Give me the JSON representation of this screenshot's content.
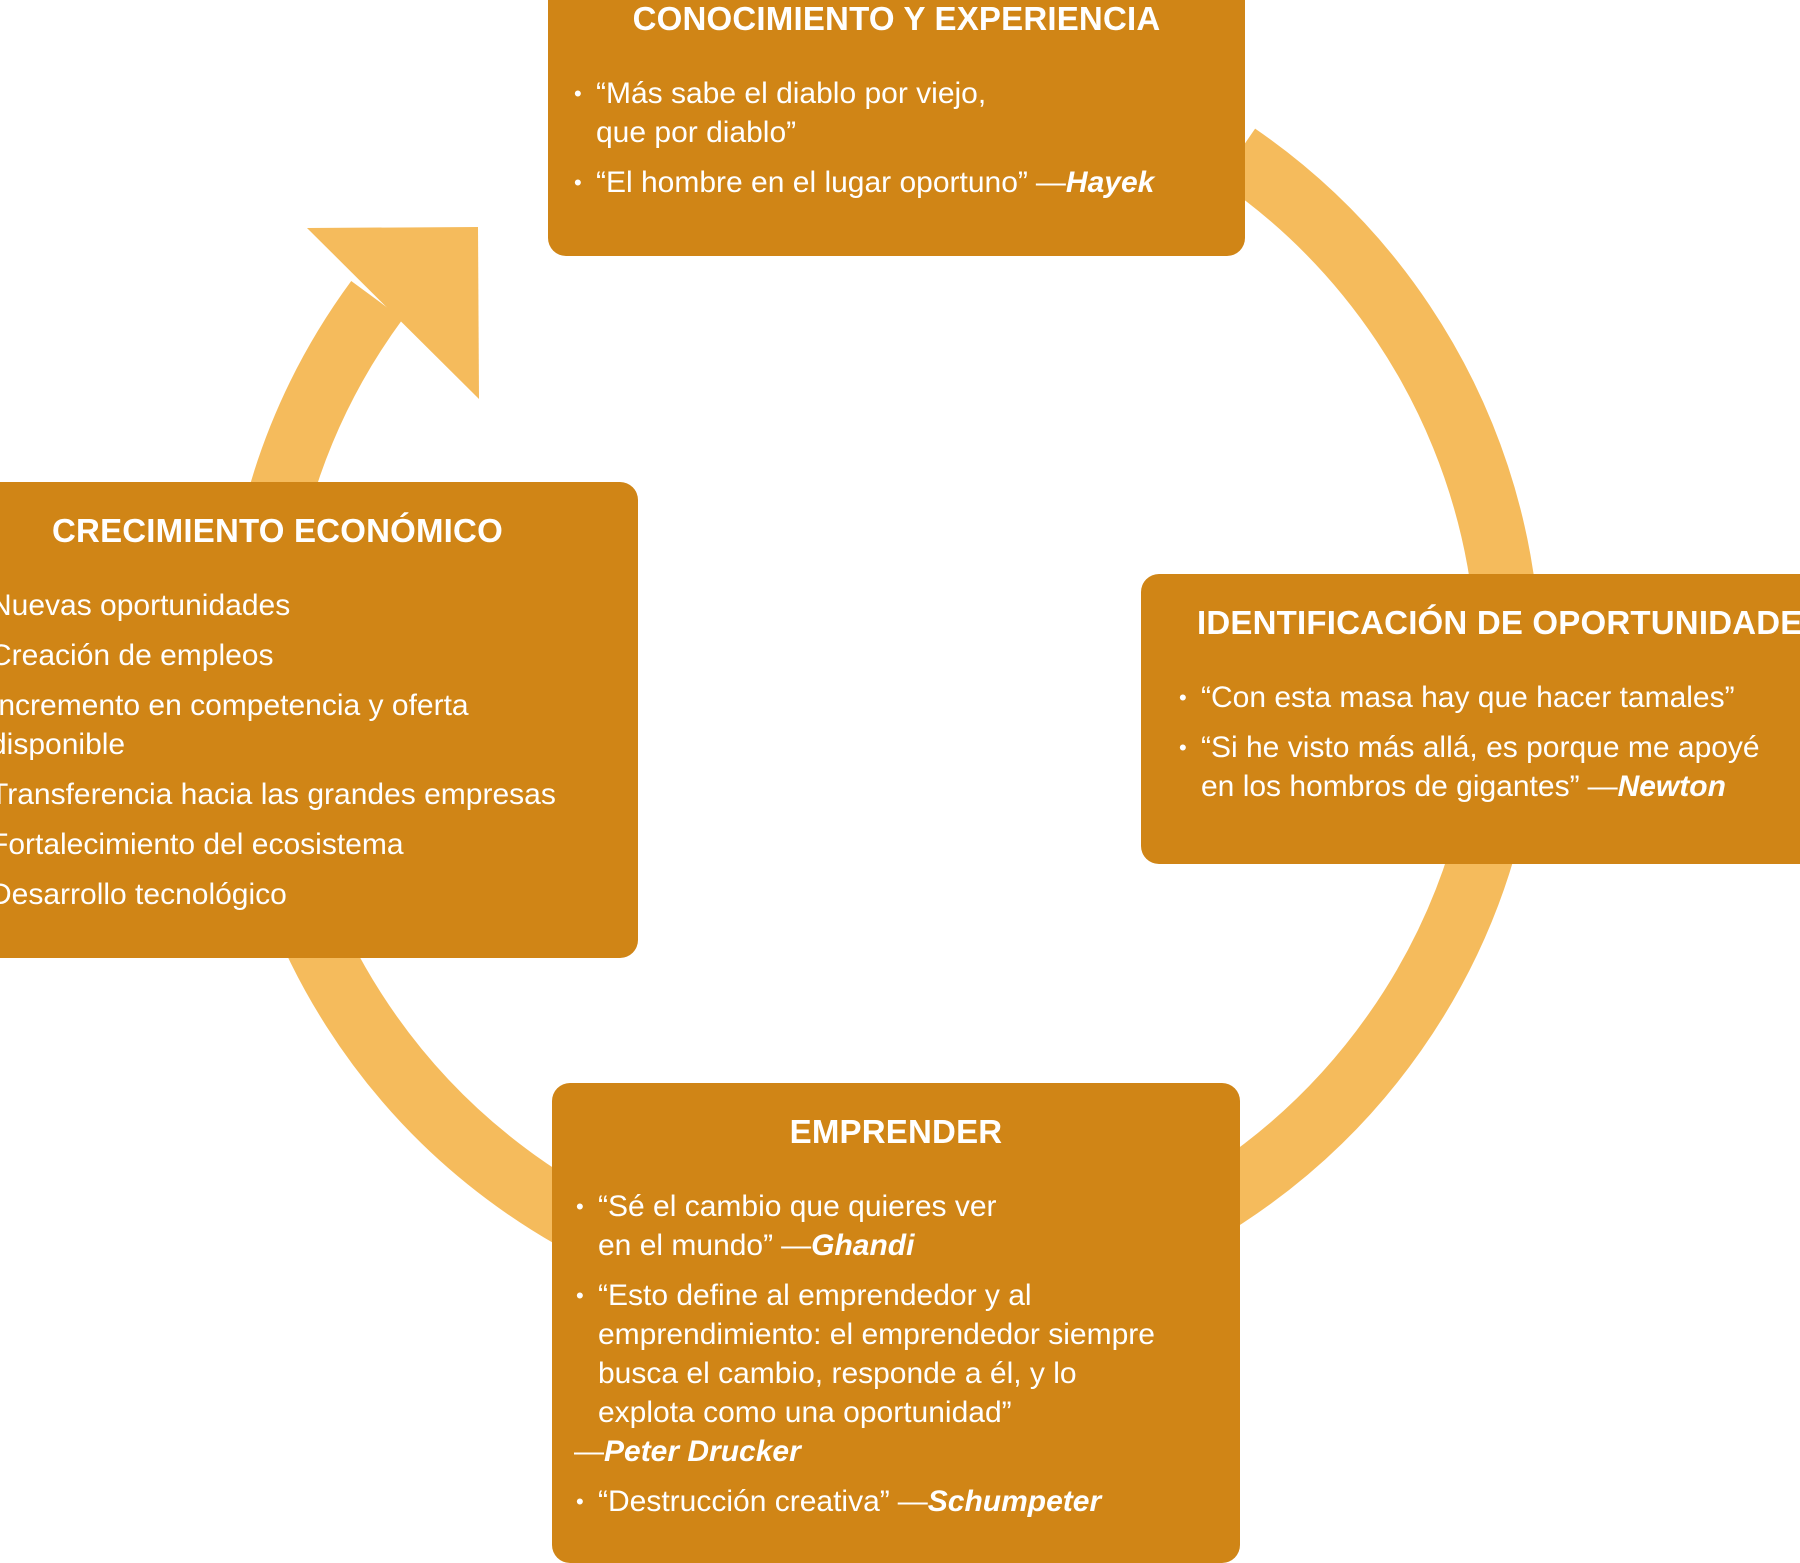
{
  "colors": {
    "box_fill": "#d08516",
    "arrow_ring": "#f5bb5c",
    "text": "#ffffff"
  },
  "boxes": {
    "conocimiento": {
      "title": "CONOCIMIENTO Y EXPERIENCIA",
      "q1_line1": "“Más sabe el diablo por viejo,",
      "q1_line2": "que por diablo”",
      "q2_text": "“El hombre en el lugar oportuno”",
      "q2_dash": "—",
      "q2_author": "Hayek"
    },
    "identificacion": {
      "title": "IDENTIFICACIÓN DE OPORTUNIDADES",
      "q1_text": "“Con esta masa hay que hacer tamales”",
      "q2_line1": "“Si he visto más allá, es porque me apoyé",
      "q2_line2": "en los hombros de gigantes”",
      "q2_dash": "—",
      "q2_author": "Newton"
    },
    "crecimiento": {
      "title": "CRECIMIENTO ECONÓMICO",
      "items": [
        "Nuevas oportunidades",
        "Creación de empleos",
        "Incremento en competencia y oferta",
        "disponible",
        "Transferencia hacia las grandes empresas",
        "Fortalecimiento del ecosistema",
        "Desarrollo tecnológico"
      ]
    },
    "emprender": {
      "title": "EMPRENDER",
      "q1_line1": "“Sé el cambio que quieres ver",
      "q1_line2": "en el mundo”",
      "q1_dash": "—",
      "q1_author": "Ghandi",
      "q2_line1": "“Esto define al emprendedor y al",
      "q2_line2": "emprendimiento: el emprendedor siempre",
      "q2_line3": "busca el cambio, responde a él, y lo",
      "q2_line4": "explota como una oportunidad”",
      "q2_dash": "—",
      "q2_author": "Peter Drucker",
      "q3_text": "“Destrucción creativa”",
      "q3_dash": "—",
      "q3_author": "Schumpeter"
    }
  }
}
